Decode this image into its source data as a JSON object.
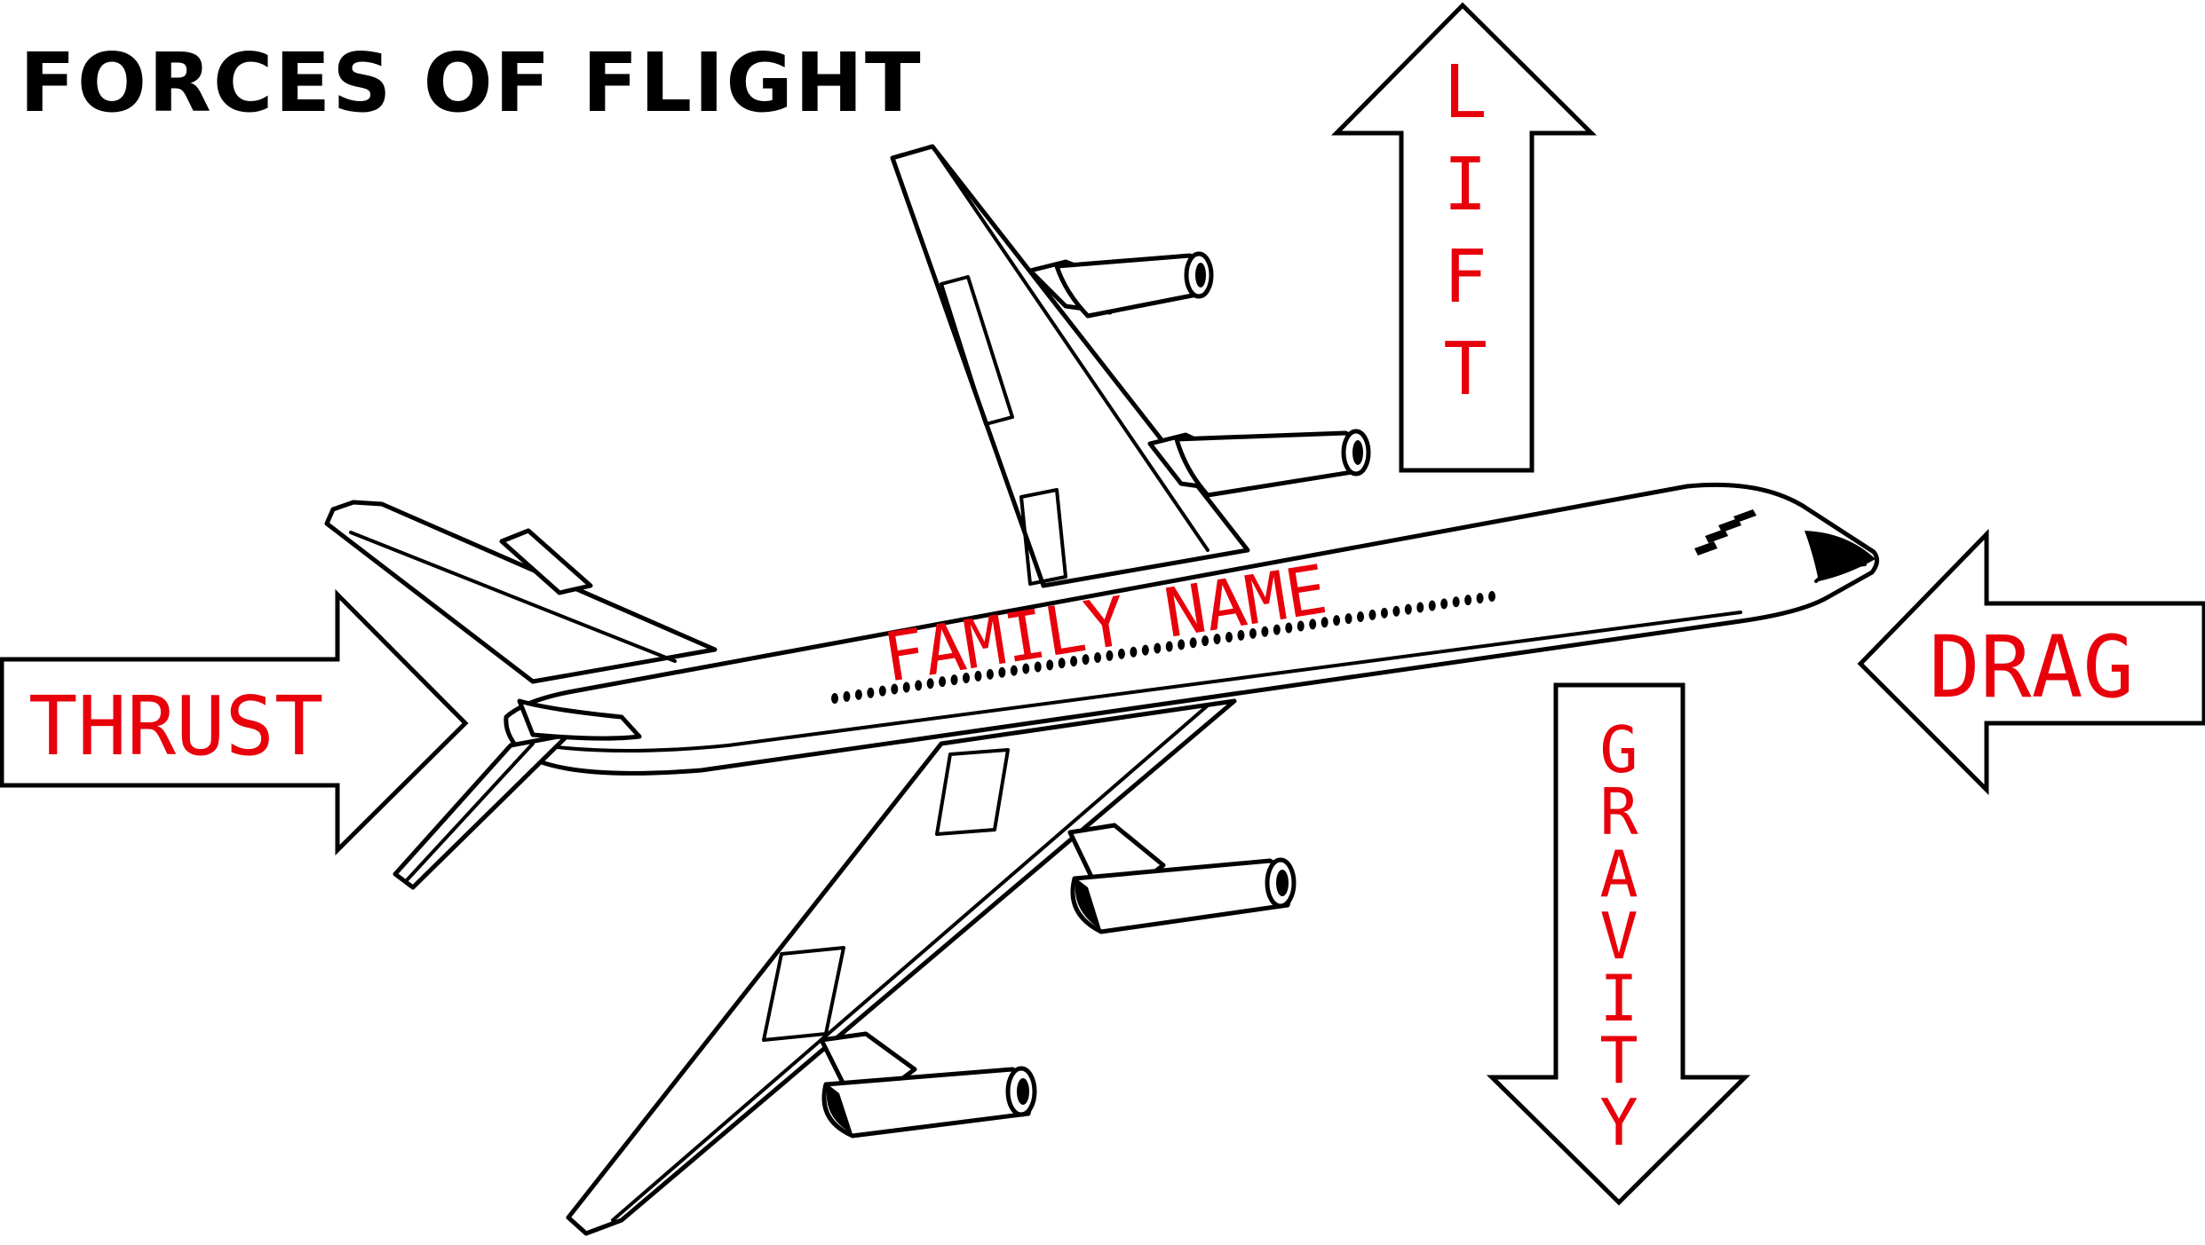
{
  "title": "FORCES OF FLIGHT",
  "plane": {
    "name_label": "FAMILY NAME"
  },
  "forces": {
    "lift": "LIFT",
    "gravity": "GRAVITY",
    "thrust": "THRUST",
    "drag": "DRAG"
  },
  "colors": {
    "label_color": "#e8000b",
    "outline": "#000000",
    "background": "#ffffff"
  }
}
